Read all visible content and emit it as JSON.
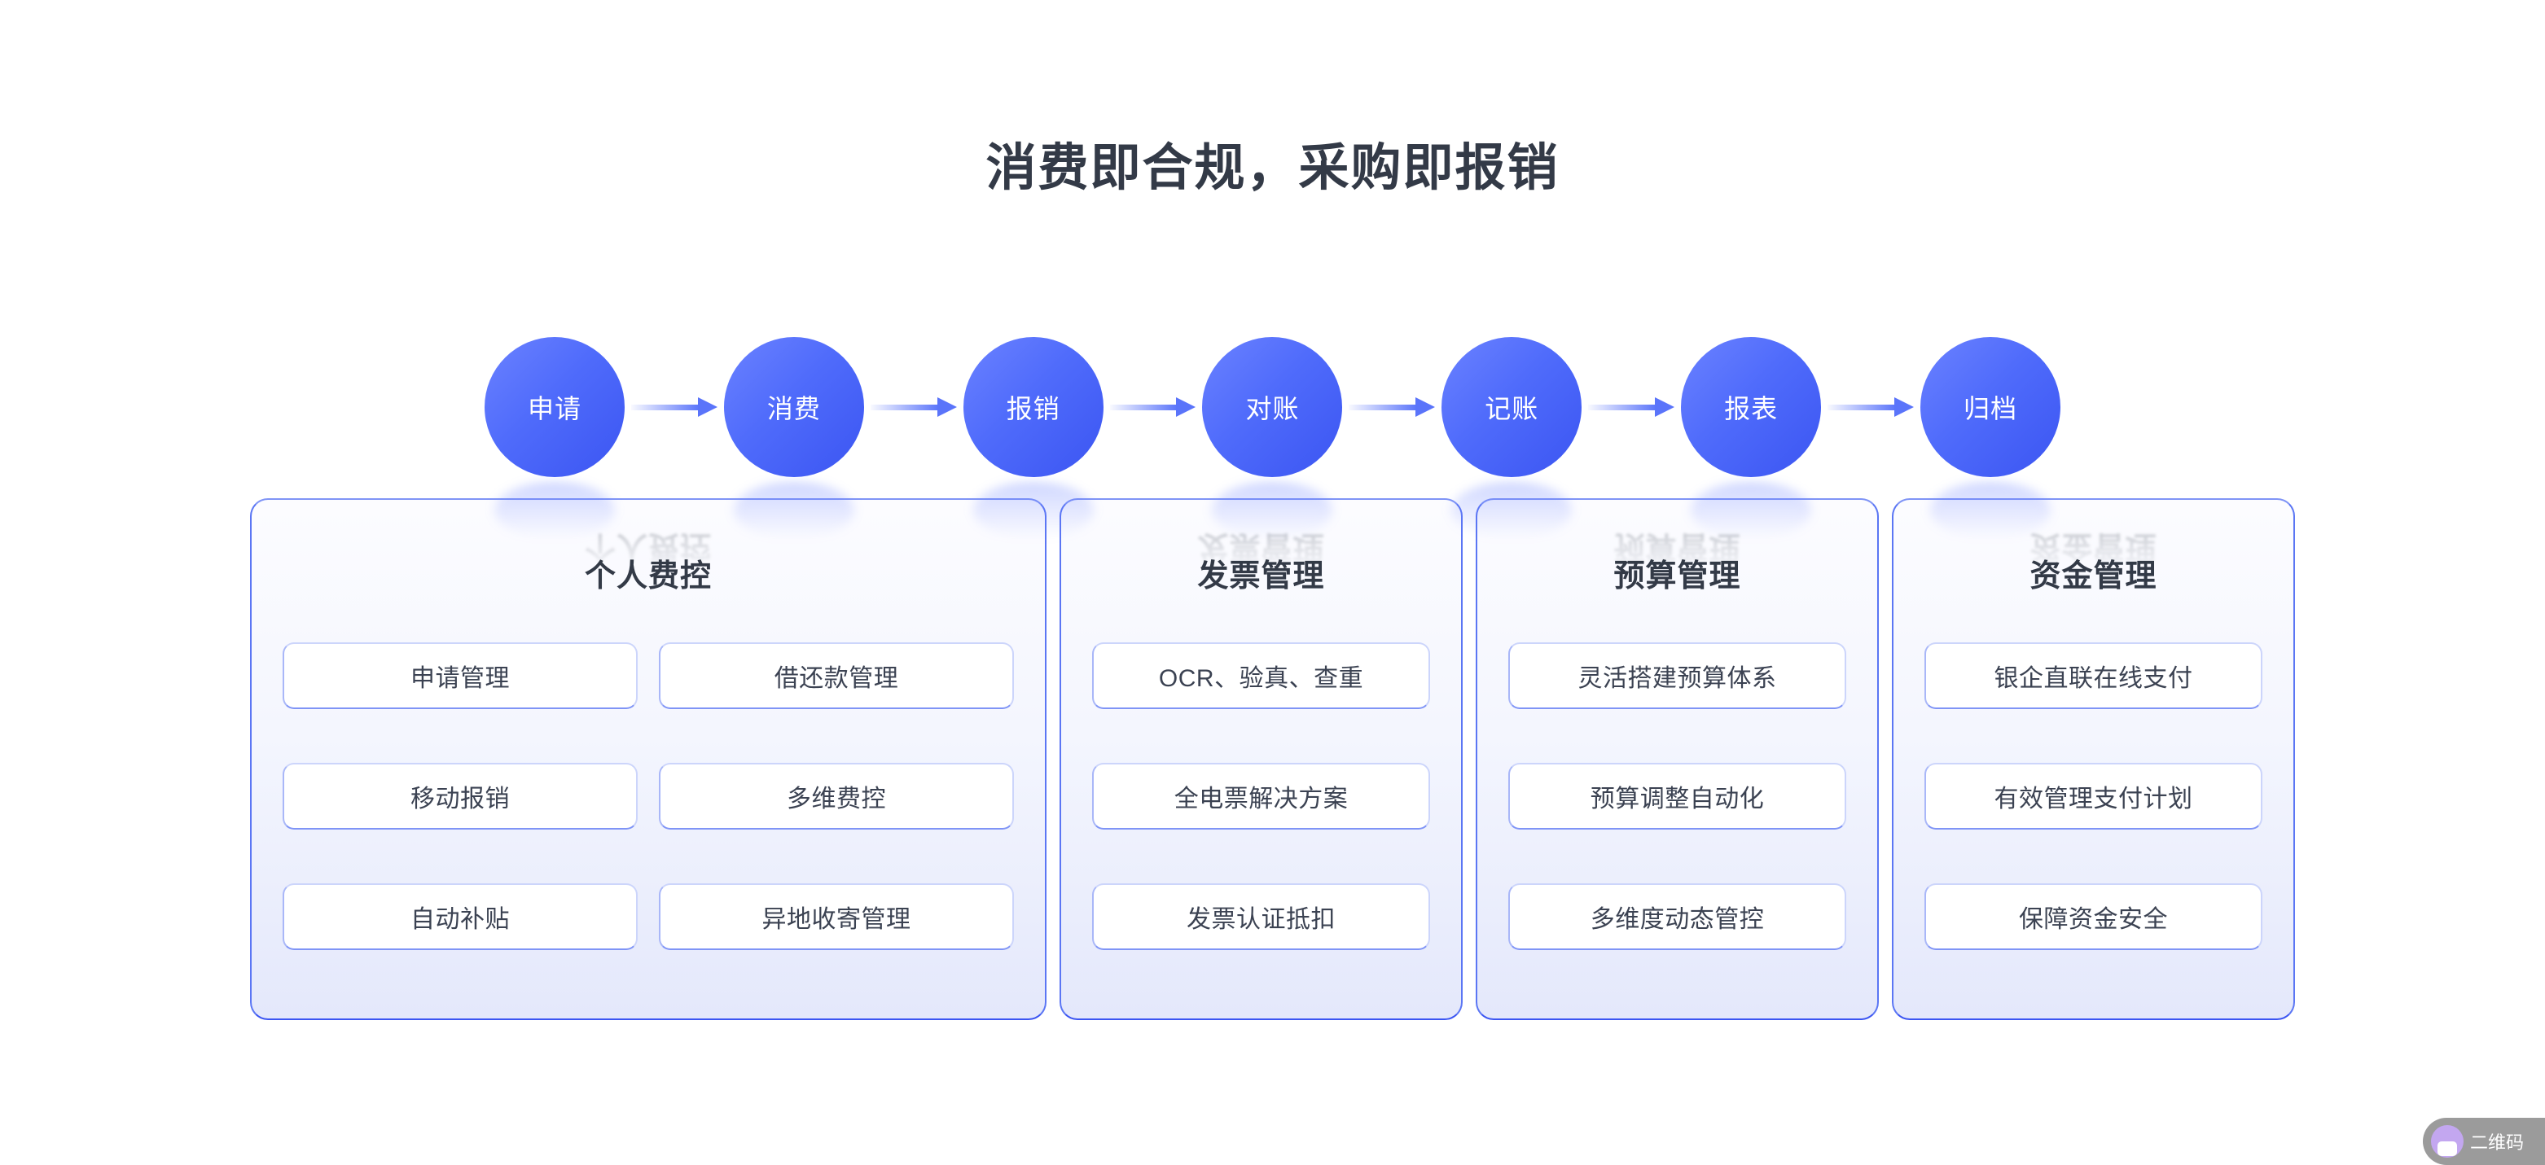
{
  "page": {
    "title": "消费即合规，采购即报销",
    "background_color": "#ffffff",
    "accent_color": "#3b55f2",
    "circle_gradient": [
      "#6b82ff",
      "#3b55f2"
    ],
    "panel_border_color": "#3b55f2",
    "tile_border_color": "#7f94f6",
    "text_color": "#333a47"
  },
  "flow": {
    "steps": [
      {
        "label": "申请"
      },
      {
        "label": "消费"
      },
      {
        "label": "报销"
      },
      {
        "label": "对账"
      },
      {
        "label": "记账"
      },
      {
        "label": "报表"
      },
      {
        "label": "归档"
      }
    ]
  },
  "panels": [
    {
      "title": "个人费控",
      "columns": 2,
      "tiles": [
        "申请管理",
        "借还款管理",
        "移动报销",
        "多维费控",
        "自动补贴",
        "异地收寄管理"
      ]
    },
    {
      "title": "发票管理",
      "columns": 1,
      "tiles": [
        "OCR、验真、查重",
        "全电票解决方案",
        "发票认证抵扣"
      ]
    },
    {
      "title": "预算管理",
      "columns": 1,
      "tiles": [
        "灵活搭建预算体系",
        "预算调整自动化",
        "多维度动态管控"
      ]
    },
    {
      "title": "资金管理",
      "columns": 1,
      "tiles": [
        "银企直联在线支付",
        "有效管理支付计划",
        "保障资金安全"
      ]
    }
  ],
  "floating_widget": {
    "label": "二维码",
    "avatar_icon": "person-avatar-icon"
  }
}
